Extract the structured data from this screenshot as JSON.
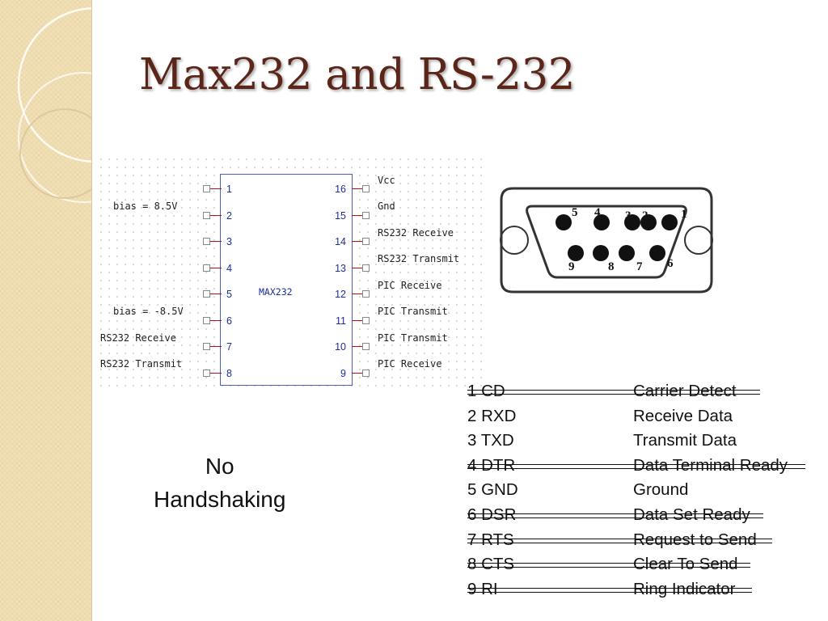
{
  "slide": {
    "title": "Max232 and RS-232",
    "colors": {
      "title": "#5b2518",
      "side_band": "#f1e0b7",
      "schematic_pin_text": "#1a2d9e",
      "lead": "#b01010"
    }
  },
  "schematic": {
    "chip_label": "MAX232",
    "left_pins": [
      "1",
      "2",
      "3",
      "4",
      "5",
      "6",
      "7",
      "8"
    ],
    "right_pins": [
      "16",
      "15",
      "14",
      "13",
      "12",
      "11",
      "10",
      "9"
    ],
    "left_signals": {
      "p2": "bias = 8.5V",
      "p6": "bias = -8.5V",
      "p7": "RS232 Receive",
      "p8": "RS232 Transmit"
    },
    "right_signals": [
      "Vcc",
      "Gnd",
      "RS232 Receive",
      "RS232 Transmit",
      "PIC Receive",
      "PIC Transmit",
      "PIC Transmit",
      "PIC Receive"
    ]
  },
  "connector": {
    "top_row": [
      "5",
      "4",
      "3",
      "2",
      "1"
    ],
    "bottom_row": [
      "9",
      "8",
      "7",
      "6"
    ]
  },
  "pinout": [
    {
      "num": "1 CD",
      "desc": "Carrier Detect",
      "struck": true
    },
    {
      "num": "2 RXD",
      "desc": "Receive Data",
      "struck": false
    },
    {
      "num": "3 TXD",
      "desc": "Transmit Data",
      "struck": false
    },
    {
      "num": "4 DTR",
      "desc": "Data Terminal Ready",
      "struck": true
    },
    {
      "num": "5 GND",
      "desc": "Ground",
      "struck": false
    },
    {
      "num": "6 DSR",
      "desc": "Data Set Ready",
      "struck": true
    },
    {
      "num": "7 RTS",
      "desc": "Request to Send",
      "struck": true
    },
    {
      "num": "8 CTS",
      "desc": "Clear To Send",
      "struck": true
    },
    {
      "num": "9 RI",
      "desc": "Ring Indicator",
      "struck": true
    }
  ],
  "note": {
    "line1": "No",
    "line2": "Handshaking"
  }
}
